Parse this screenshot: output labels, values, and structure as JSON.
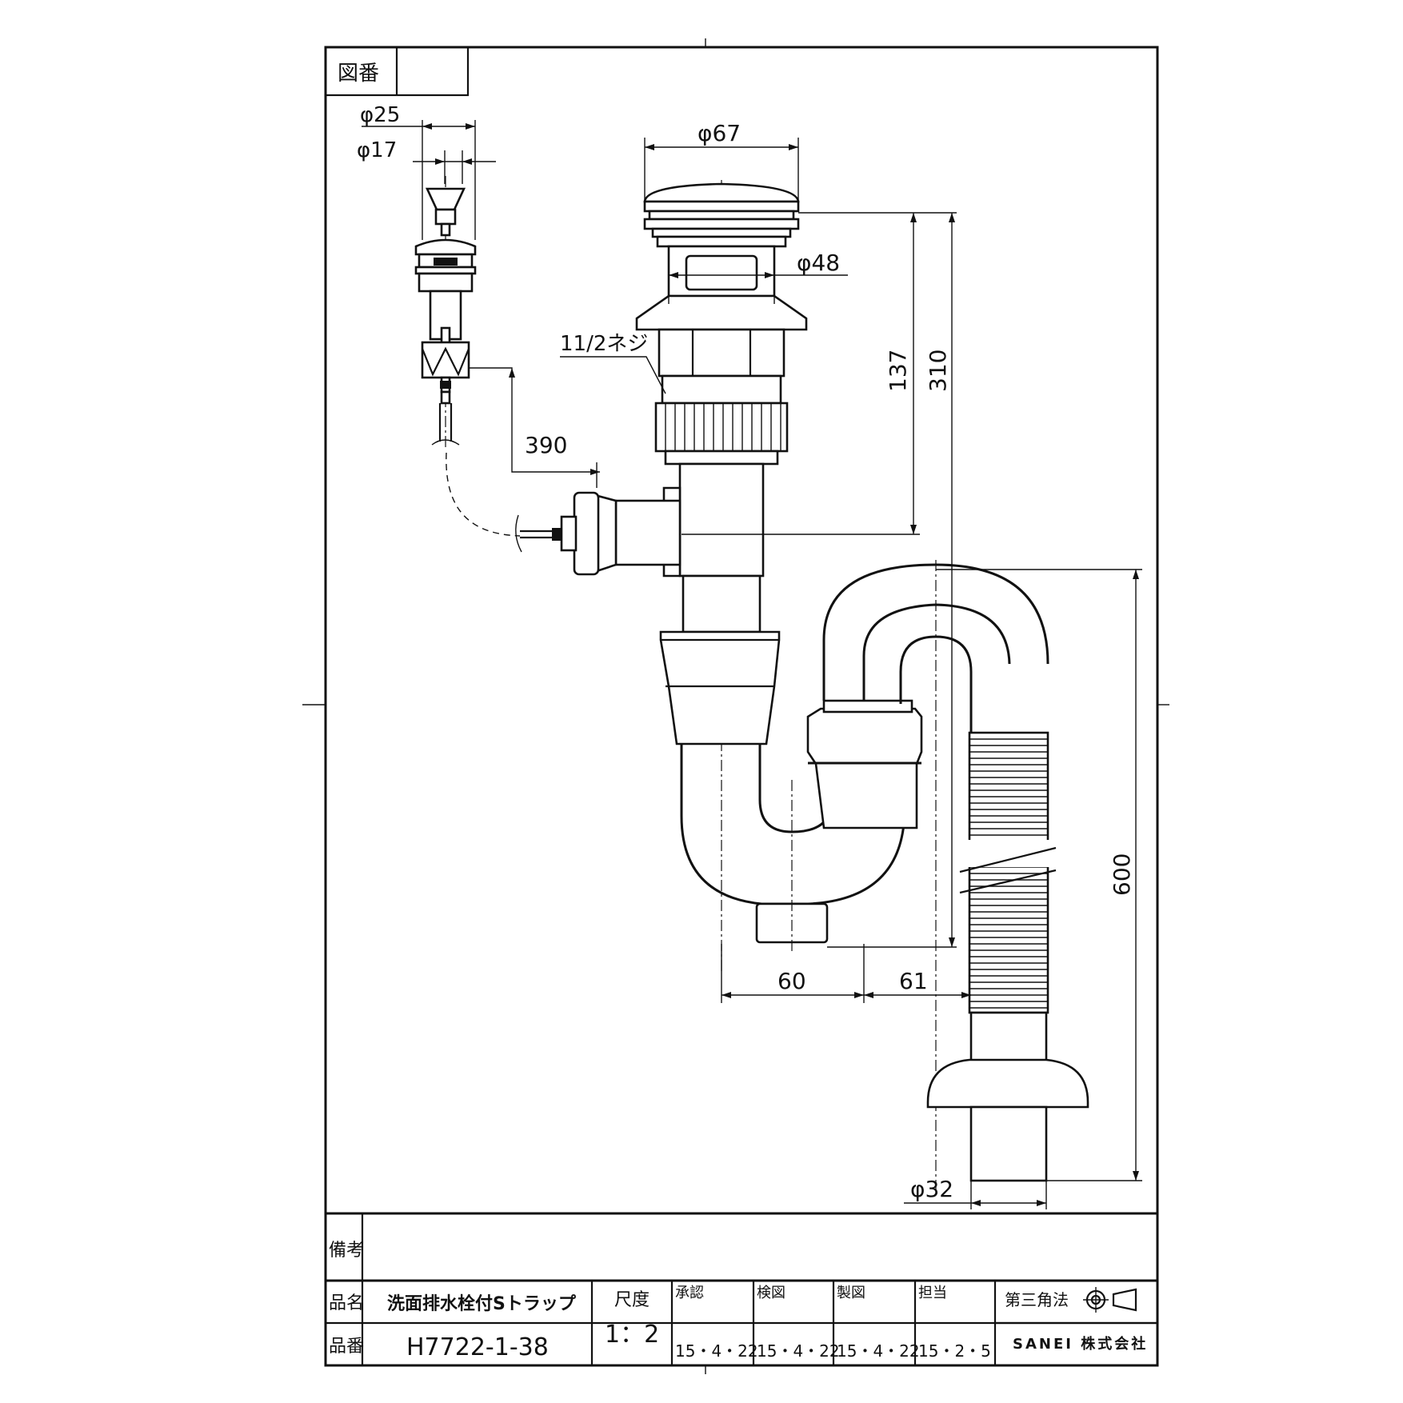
{
  "title_block": {
    "drawing_no_label": "図番",
    "drawing_no_value": "",
    "remarks_label": "備考",
    "remarks_value": "",
    "product_name_label": "品名",
    "product_name": "洗面排水栓付Sトラップ",
    "product_no_label": "品番",
    "product_no": "H7722-1-38",
    "scale_label": "尺度",
    "scale": "1：2",
    "approved_label": "承認",
    "approved_date": "15・4・22",
    "checked_label": "検図",
    "checked_date": "15・4・22",
    "drafted_label": "製図",
    "drafted_date": "15・4・22",
    "charge_label": "担当",
    "charge_date": "15・2・5",
    "projection_label": "第三角法",
    "company": "SANEI 株式会社"
  },
  "dimensions": {
    "d25": "φ25",
    "d17": "φ17",
    "d67": "φ67",
    "d48": "φ48",
    "thread": "11/2ネジ",
    "h137": "137",
    "h310": "310",
    "l390": "390",
    "h600": "600",
    "w60": "60",
    "w61": "61",
    "d32": "φ32"
  }
}
